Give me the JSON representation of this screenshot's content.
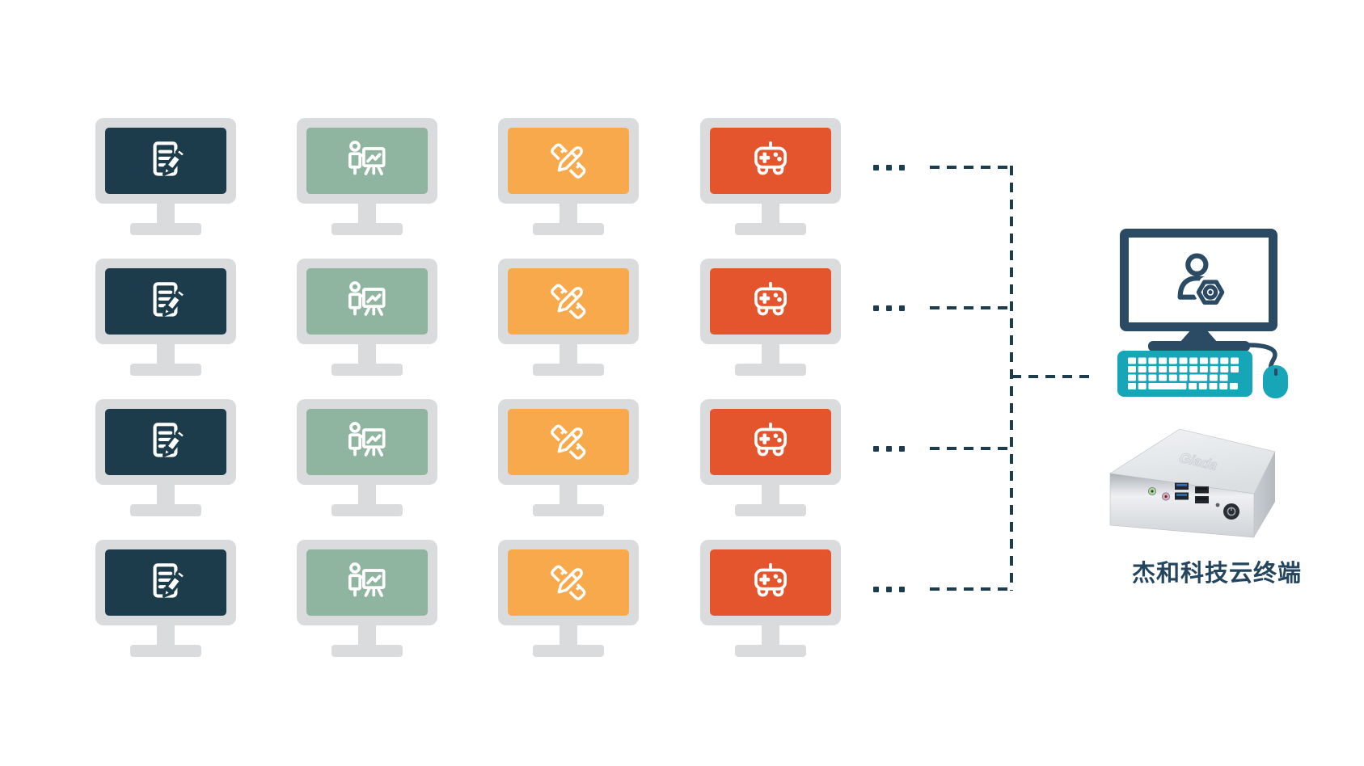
{
  "diagram_title": "cloud-terminal-topology",
  "colors": {
    "background": "#FFFFFF",
    "monitor_frame": "#D9DBDD",
    "connector": "#1D3C4D",
    "admin_navy": "#2B4A63",
    "admin_teal": "#17A6B7",
    "label_navy": "#24455E"
  },
  "grid": {
    "rows": 4,
    "ellipsis": "...",
    "columns": [
      {
        "key": "document",
        "label": "document-editing-workstation",
        "screen_color": "#1C3C4B",
        "icon": "document-edit-icon"
      },
      {
        "key": "presentation",
        "label": "presentation-workstation",
        "screen_color": "#8FB4A0",
        "icon": "presentation-chart-icon"
      },
      {
        "key": "design",
        "label": "design-workstation",
        "screen_color": "#F7A94B",
        "icon": "ruler-pencil-icon"
      },
      {
        "key": "gaming",
        "label": "gaming-workstation",
        "screen_color": "#E4552D",
        "icon": "game-controller-icon"
      }
    ]
  },
  "admin_station": {
    "icon": "user-gear-icon",
    "monitor_color": "#2B4A63",
    "keyboard_color": "#17A6B7",
    "mouse_color": "#17A6B7"
  },
  "device": {
    "brand_logo": "Giada",
    "ports": [
      "audio-out-jack",
      "mic-in-jack",
      "usb-ports",
      "power-button"
    ]
  },
  "label": {
    "text": "杰和科技云终端",
    "color": "#24455E"
  }
}
